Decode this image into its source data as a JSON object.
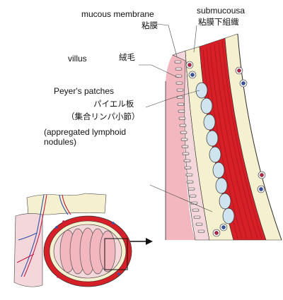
{
  "labels": {
    "mucous_membrane_en": "mucous membrane",
    "mucous_membrane_jp": "粘膜",
    "submucosa_en": "submucousa",
    "submucosa_jp": "粘膜下組織",
    "villus_en": "villus",
    "villus_jp": "絨毛",
    "peyers_en": "Peyer's patches",
    "peyers_jp": "パイエル板",
    "peyers_jp2": "（集合リンパ小節）",
    "peyers_en2_line1": "(appregated lymphoid",
    "peyers_en2_line2": "nodules)"
  },
  "colors": {
    "muscle": "#d61f26",
    "muscle_fiber": "#a8141a",
    "submucosa": "#f5f0cf",
    "mucosa": "#f3d7da",
    "lumen": "#f2b7bf",
    "nodule": "#cfe4ee",
    "vessel_blue": "#3550a8",
    "vessel_red": "#c21d46",
    "outline": "#333333"
  }
}
